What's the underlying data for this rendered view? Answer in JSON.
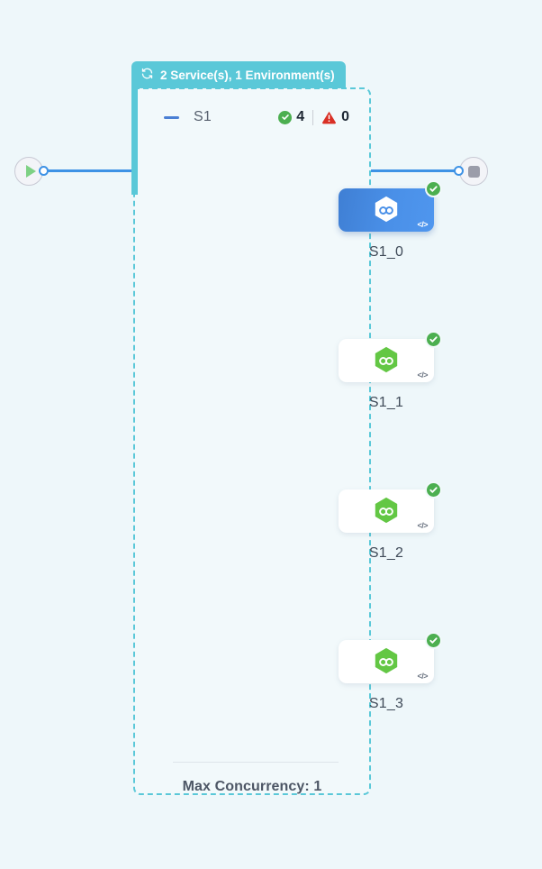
{
  "canvas": {
    "background_color": "#eef7fa",
    "accent_teal": "#5ac8d8",
    "accent_blue": "#3d92e5",
    "status_ok_color": "#4caf50",
    "status_error_color": "#d93025"
  },
  "start_node": {
    "name": "start-node",
    "icon": "play-icon"
  },
  "end_node": {
    "name": "end-node",
    "icon": "stop-icon"
  },
  "group": {
    "tab_label": "2 Service(s), 1 Environment(s)",
    "tab_icon": "refresh-sync-icon",
    "collapse_icon": "minus-icon",
    "name": "S1",
    "status": {
      "ok_icon": "check-circle-icon",
      "ok_count": "4",
      "error_icon": "warning-triangle-icon",
      "error_count": "0"
    },
    "footer_label": "Max Concurrency: 1"
  },
  "nodes": [
    {
      "label": "S1_0",
      "selected": true,
      "logo_icon": "hexagon-infinity-icon",
      "code_icon": "code-brackets-icon",
      "code_glyph": "</>",
      "status_icon": "check-circle-icon",
      "status": "ok"
    },
    {
      "label": "S1_1",
      "selected": false,
      "logo_icon": "hexagon-infinity-icon",
      "code_icon": "code-brackets-icon",
      "code_glyph": "</>",
      "status_icon": "check-circle-icon",
      "status": "ok"
    },
    {
      "label": "S1_2",
      "selected": false,
      "logo_icon": "hexagon-infinity-icon",
      "code_icon": "code-brackets-icon",
      "code_glyph": "</>",
      "status_icon": "check-circle-icon",
      "status": "ok"
    },
    {
      "label": "S1_3",
      "selected": false,
      "logo_icon": "hexagon-infinity-icon",
      "code_icon": "code-brackets-icon",
      "code_glyph": "</>",
      "status_icon": "check-circle-icon",
      "status": "ok"
    }
  ]
}
